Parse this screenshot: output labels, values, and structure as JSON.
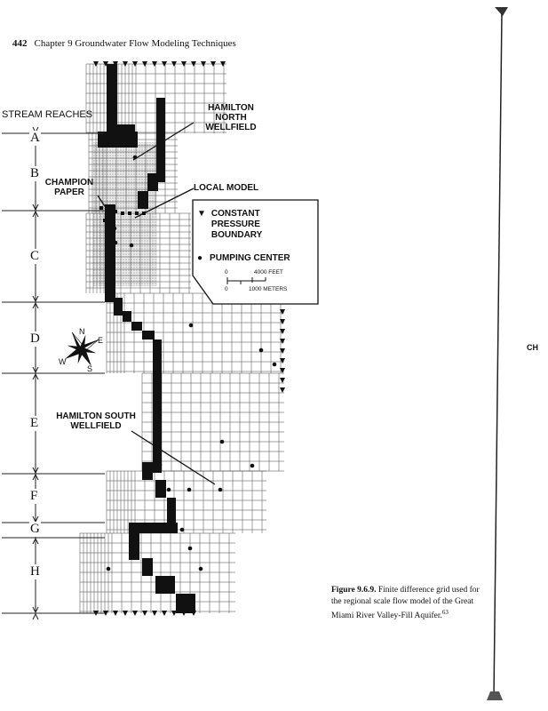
{
  "header": {
    "page_number": "442",
    "running_title": "Chapter 9   Groundwater Flow Modeling Techniques"
  },
  "figure": {
    "stream_reaches_label": "STREAM REACHES",
    "reaches": [
      "A",
      "B",
      "C",
      "D",
      "E",
      "F",
      "G",
      "H"
    ],
    "labels": {
      "north_wellfield": "HAMILTON NORTH WELLFIELD",
      "champion_paper": "CHAMPION PAPER",
      "local_model": "LOCAL MODEL",
      "south_wellfield": "HAMILTON SOUTH WELLFIELD"
    },
    "legend": {
      "constant_pressure": "CONSTANT PRESSURE BOUNDARY",
      "pumping_center": "PUMPING CENTER",
      "scale_zero_top": "0",
      "scale_feet": "4000 FEET",
      "scale_zero_bottom": "0",
      "scale_meters": "1000 METERS"
    },
    "compass": {
      "n": "N",
      "e": "E",
      "s": "S",
      "w": "W"
    }
  },
  "caption": {
    "label": "Figure 9.6.9.",
    "text": "Finite difference grid used for the regional scale flow model of the Great Miami River Valley-Fill Aquifer.",
    "footnote": "63"
  },
  "margin_fragment": "CH"
}
